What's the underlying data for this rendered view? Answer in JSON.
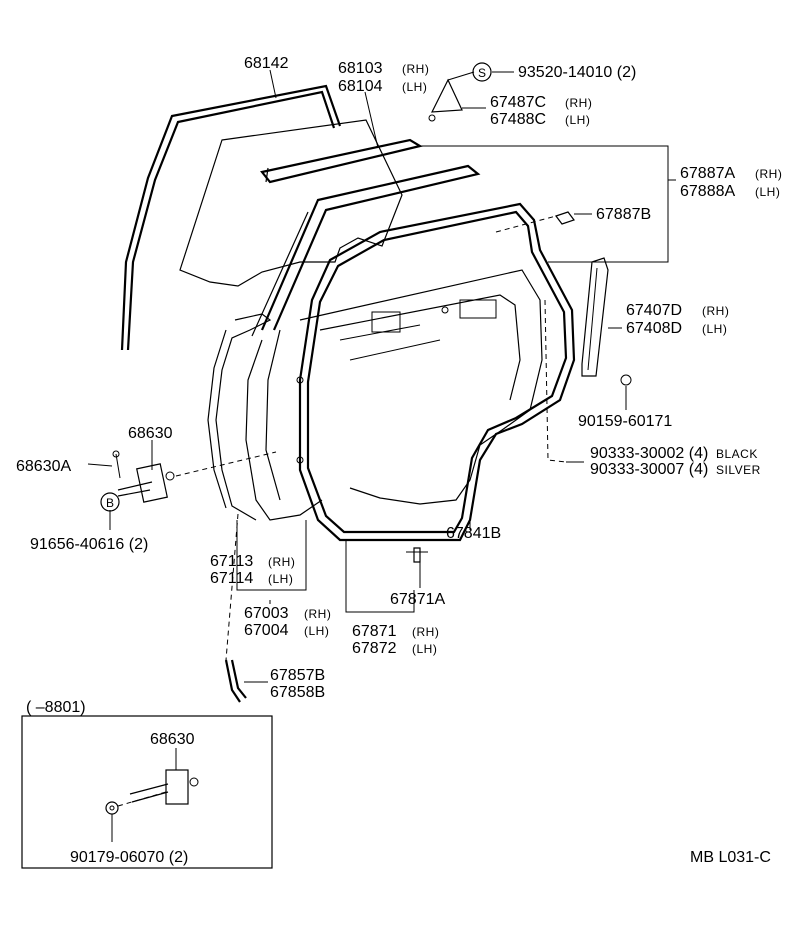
{
  "labels": {
    "p68142": "68142",
    "p68103": "68103",
    "p68104": "68104",
    "p93520": "93520-14010 (2)",
    "p67487C": "67487C",
    "p67488C": "67488C",
    "p67887A": "67887A",
    "p67888A": "67888A",
    "p67887B": "67887B",
    "p67407D": "67407D",
    "p67408D": "67408D",
    "p90159": "90159-60171",
    "p90333a": "90333-30002 (4)",
    "p90333b": "90333-30007 (4)",
    "black": "BLACK",
    "silver": "SILVER",
    "p68630": "68630",
    "p68630A": "68630A",
    "p91656": "91656-40616 (2)",
    "p67113": "67113",
    "p67114": "67114",
    "p67003": "67003",
    "p67004": "67004",
    "p67841B": "67841B",
    "p67871A": "67871A",
    "p67871": "67871",
    "p67872": "67872",
    "p67857B": "67857B",
    "p67858B": "67858B",
    "inset_range": "(      –8801)",
    "inset_68630": "68630",
    "p90179": "90179-06070 (2)",
    "footer": "MB  L031-C"
  },
  "tags": {
    "rh": "(RH)",
    "lh": "(LH)",
    "s": "S",
    "b": "B"
  }
}
